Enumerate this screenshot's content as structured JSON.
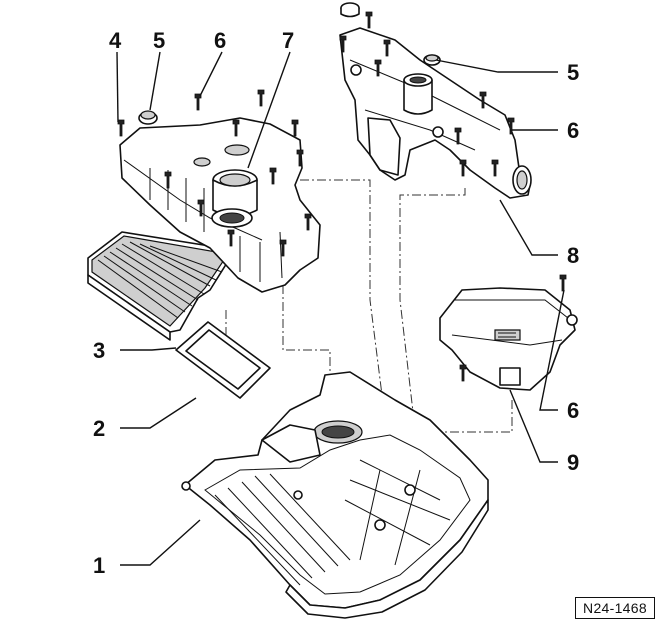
{
  "callouts": {
    "c1": "1",
    "c2": "2",
    "c3": "3",
    "c4": "4",
    "c5a": "5",
    "c5b": "5",
    "c6a": "6",
    "c6b": "6",
    "c6c": "6",
    "c7": "7",
    "c8": "8",
    "c9": "9"
  },
  "figure_ref": "N24-1468"
}
